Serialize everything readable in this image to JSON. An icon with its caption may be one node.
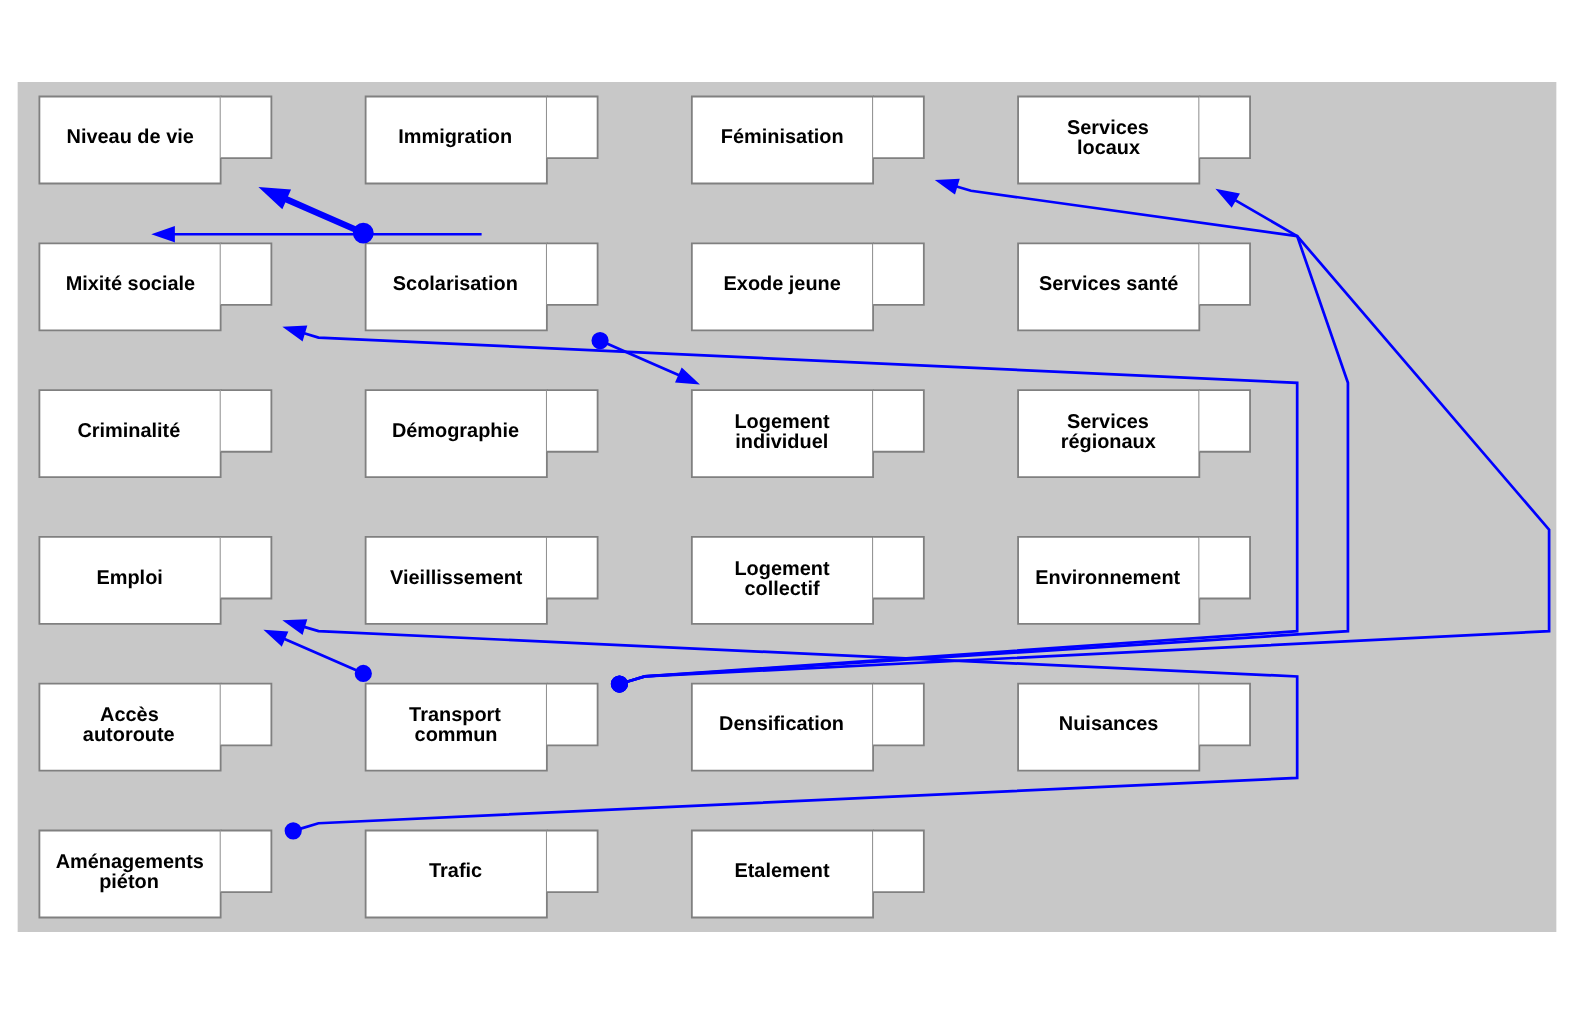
{
  "diagram": {
    "nodes": [
      {
        "text": [
          "Niveau de vie"
        ]
      },
      {
        "text": [
          "Immigration"
        ]
      },
      {
        "text": [
          "Féminisation"
        ]
      },
      {
        "text": [
          "Services locaux"
        ]
      },
      {
        "text": [
          "Mixité sociale"
        ]
      },
      {
        "text": [
          "Scolarisation"
        ]
      },
      {
        "text": [
          "Exode jeune"
        ]
      },
      {
        "text": [
          "Services santé"
        ]
      },
      {
        "text": [
          "Criminalité"
        ]
      },
      {
        "text": [
          "Démographie"
        ]
      },
      {
        "text": [
          "Logement individuel"
        ]
      },
      {
        "text": [
          "Services régionaux"
        ]
      },
      {
        "text": [
          "Emploi"
        ]
      },
      {
        "text": [
          "Vieillissement"
        ]
      },
      {
        "text": [
          "Logement collectif"
        ]
      },
      {
        "text": [
          "Environnement"
        ]
      },
      {
        "text": [
          "Accès autoroute"
        ]
      },
      {
        "text": [
          "Transport commun"
        ]
      },
      {
        "text": [
          "Densification"
        ]
      },
      {
        "text": [
          "Nuisances"
        ]
      },
      {
        "text": [
          "Aménagements piéton"
        ]
      },
      {
        "text": [
          "Trafic"
        ]
      },
      {
        "text": [
          "Etalement"
        ]
      }
    ],
    "edges": [
      {
        "from": 5,
        "to": 0,
        "arrow": "to",
        "style": "thick"
      },
      {
        "from": 5,
        "to": 4,
        "arrow": "to"
      },
      {
        "from": 5,
        "to": 10,
        "arrow": "to"
      },
      {
        "from": 17,
        "to": 4,
        "arrow": "to"
      },
      {
        "from": 17,
        "to": 12,
        "arrow": "to"
      },
      {
        "from": 17,
        "to": 2,
        "arrow": "to"
      },
      {
        "from": 17,
        "to": 3,
        "arrow": "to"
      },
      {
        "from": 20,
        "to": 12,
        "arrow": "to"
      }
    ]
  }
}
